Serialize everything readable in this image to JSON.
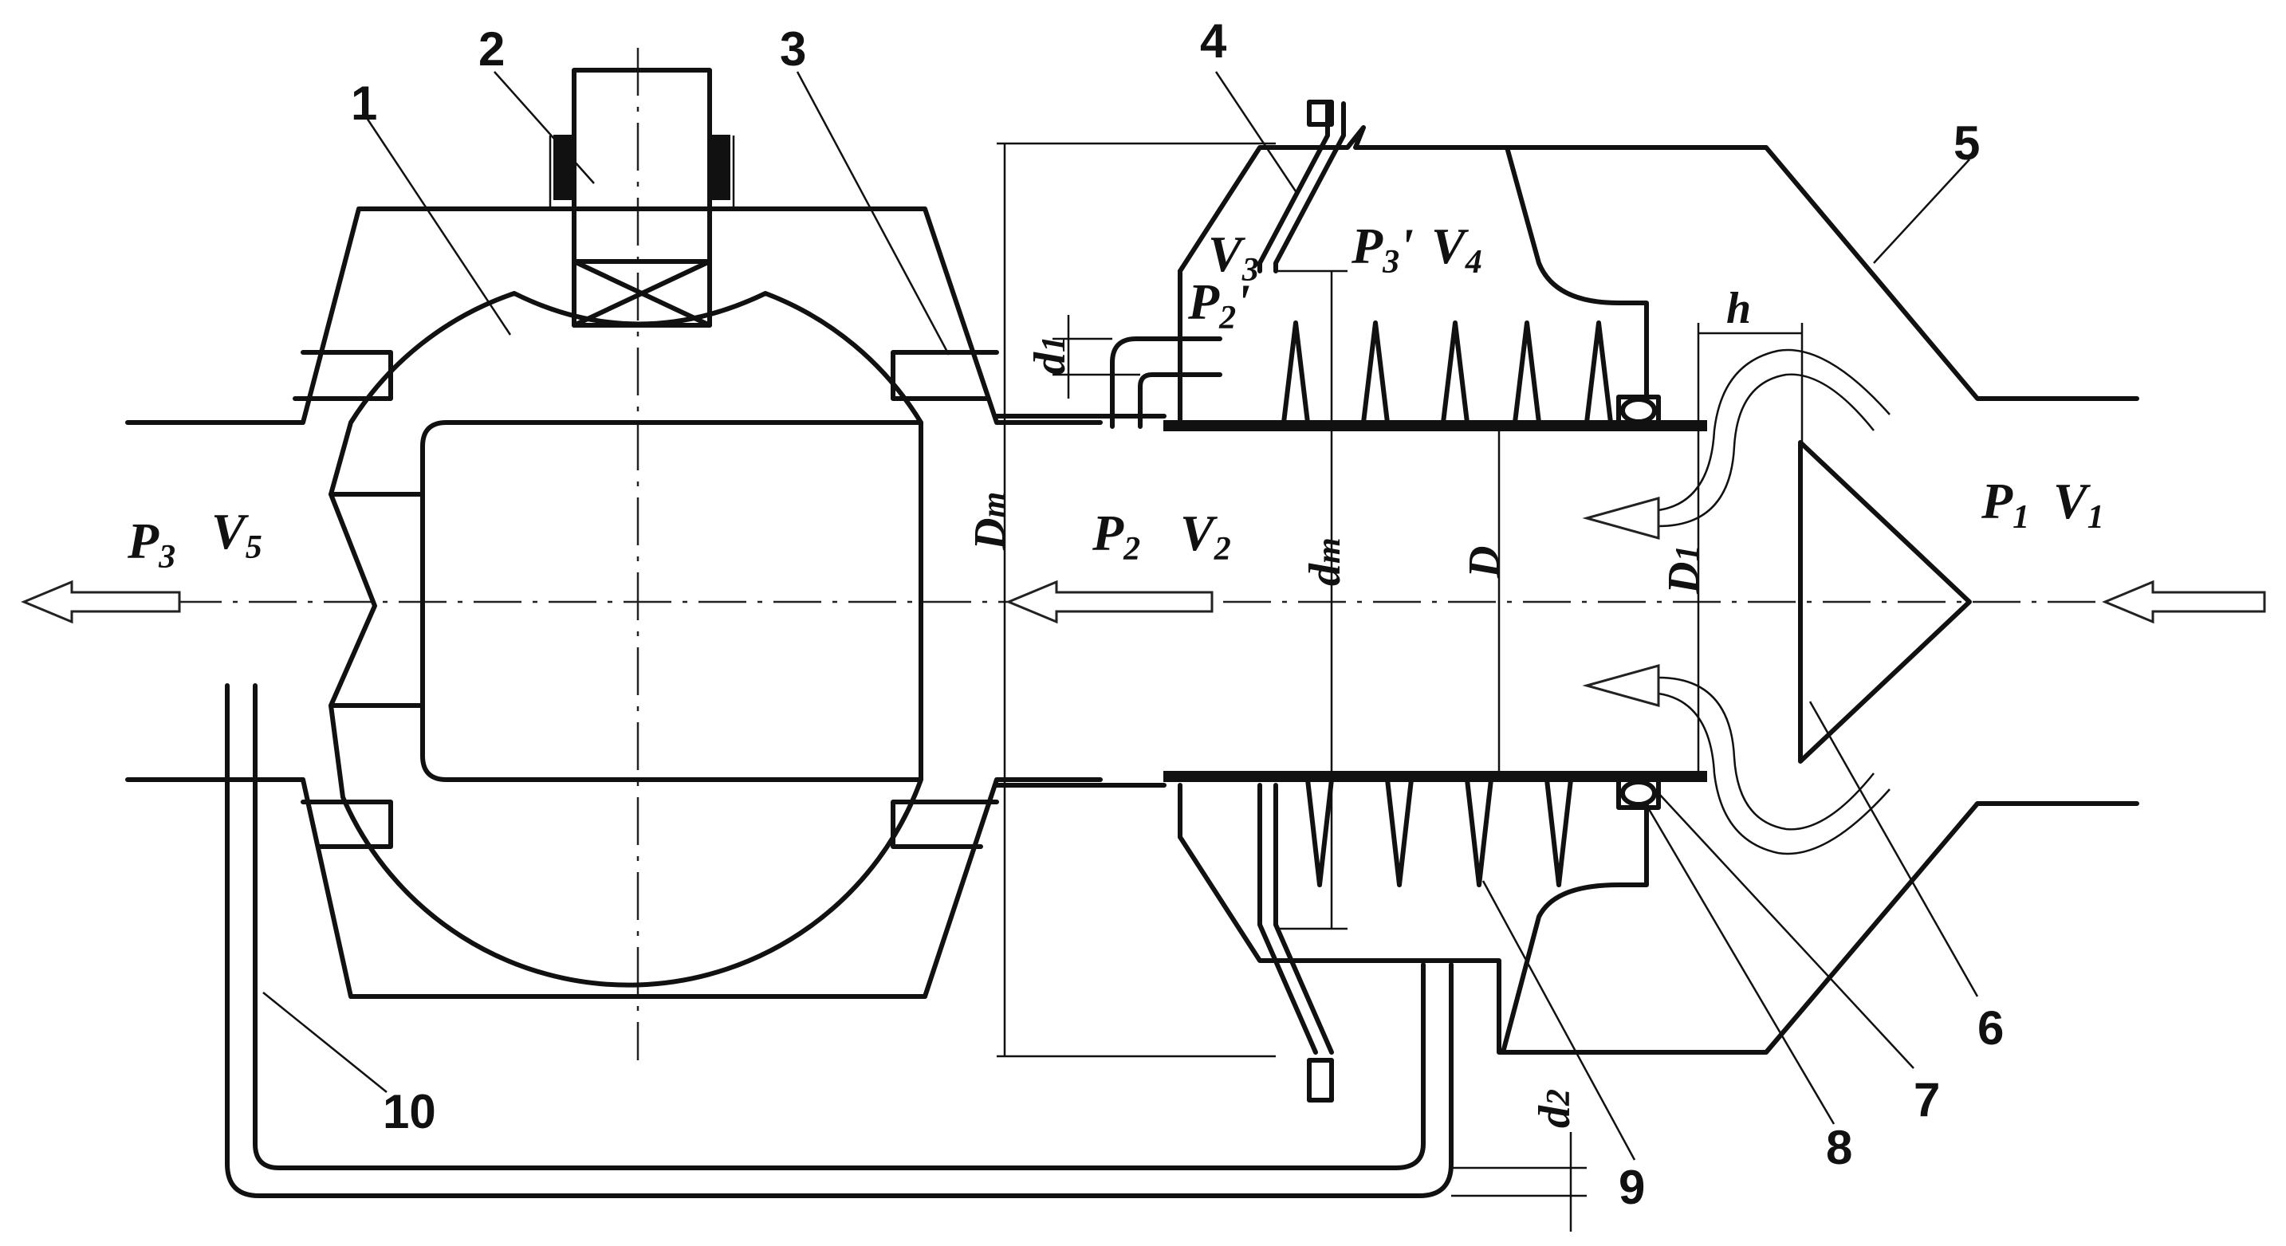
{
  "flow_labels": {
    "p3": {
      "base": "P",
      "sub": "3"
    },
    "v5": {
      "base": "V",
      "sub": "5"
    },
    "p2": {
      "base": "P",
      "sub": "2"
    },
    "v2": {
      "base": "V",
      "sub": "2"
    },
    "p1": {
      "base": "P",
      "sub": "1"
    },
    "v1": {
      "base": "V",
      "sub": "1"
    },
    "v3": {
      "base": "V",
      "sub": "3"
    },
    "p3prime": {
      "base": "P",
      "sub": "3",
      "prime": "'"
    },
    "v4": {
      "base": "V",
      "sub": "4"
    },
    "p2prime": {
      "base": "P",
      "sub": "2",
      "prime": "'"
    }
  },
  "dimension_labels": {
    "Dm": {
      "base": "D",
      "sub": "m"
    },
    "dm": {
      "base": "d",
      "sub": "m"
    },
    "D": {
      "base": "D",
      "sub": ""
    },
    "D1": {
      "base": "D",
      "sub": "1"
    },
    "d1": {
      "base": "d",
      "sub": "1"
    },
    "d2": {
      "base": "d",
      "sub": "2"
    },
    "h": {
      "base": "h",
      "sub": ""
    }
  },
  "part_numbers": [
    "1",
    "2",
    "3",
    "4",
    "5",
    "6",
    "7",
    "8",
    "9",
    "10"
  ]
}
